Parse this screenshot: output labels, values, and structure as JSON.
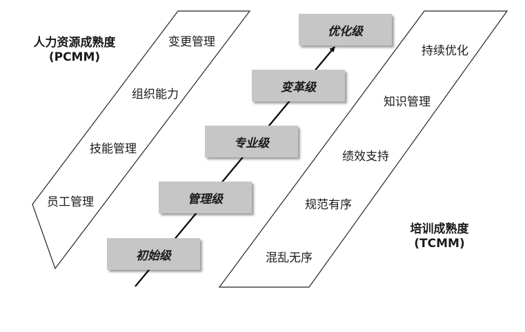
{
  "pcmm": {
    "title": "人力资源成熟度",
    "abbr": "(PCMM)",
    "dimensions": [
      "变更管理",
      "组织能力",
      "技能管理",
      "员工管理"
    ]
  },
  "tcmm": {
    "title": "培训成熟度",
    "abbr": "(TCMM)",
    "dimensions": [
      "持续优化",
      "知识管理",
      "绩效支持",
      "规范有序",
      "混乱无序"
    ]
  },
  "levels": [
    "初始级",
    "管理级",
    "专业级",
    "变革级",
    "优化级"
  ],
  "colors": {
    "level_box": "#c6c6c6",
    "line": "#111111"
  }
}
